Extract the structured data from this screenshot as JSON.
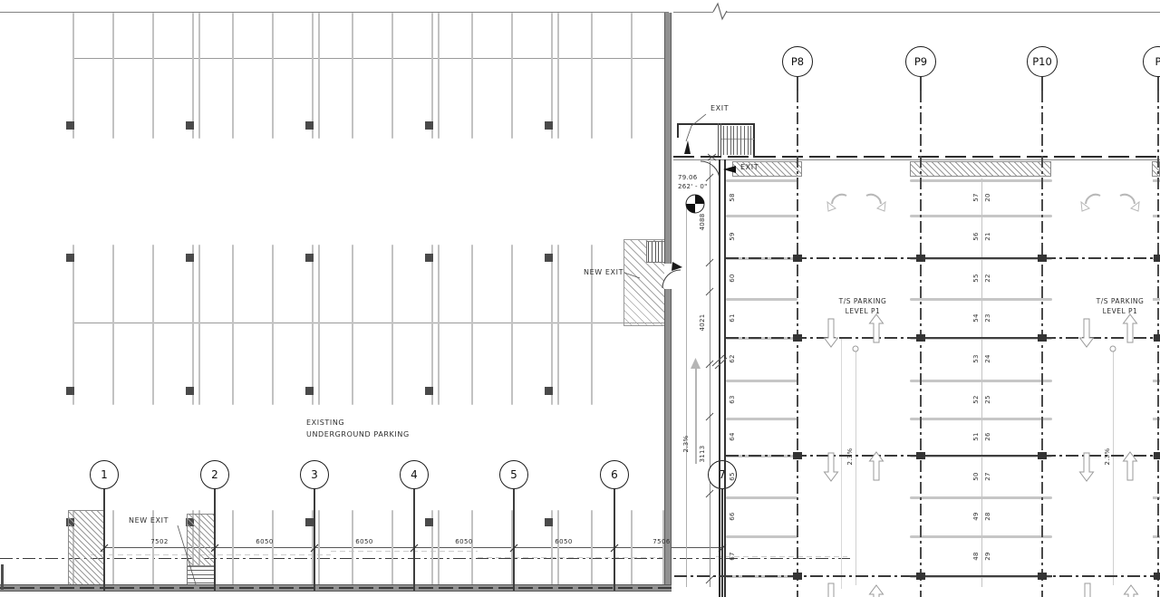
{
  "plan": {
    "existing_area": {
      "label_line1": "EXISTING",
      "label_line2": "UNDERGROUND PARKING"
    },
    "exits": {
      "stair_top_label": "EXIT",
      "door_top_label": "EXIT",
      "mid_label": "NEW EXIT",
      "bottom_label": "NEW EXIT"
    },
    "spot_elevation": {
      "metric": "79.06",
      "imperial": "262' - 0\""
    },
    "grid_top": [
      "P8",
      "P9",
      "P10",
      "P"
    ],
    "grid_bottom": [
      "1",
      "2",
      "3",
      "4",
      "5",
      "6",
      "7"
    ],
    "dims_bottom": [
      "7502",
      "6050",
      "6050",
      "6050",
      "6050",
      "7506"
    ],
    "dims_vertical": [
      "4088",
      "4021",
      "3113"
    ],
    "slope_labels": [
      "2.3%",
      "2.3%",
      "2.3%"
    ],
    "parking_blocks": [
      {
        "line1": "T/S PARKING",
        "line2": "LEVEL P1"
      },
      {
        "line1": "T/S PARKING",
        "line2": "LEVEL P1"
      }
    ],
    "stalls_wall": [
      "58",
      "59",
      "60",
      "61",
      "62",
      "63",
      "64",
      "65",
      "66",
      "67"
    ],
    "stalls_center_left": [
      "57",
      "56",
      "55",
      "54",
      "53",
      "52",
      "51",
      "50",
      "49",
      "48"
    ],
    "stalls_center_right": [
      "20",
      "21",
      "22",
      "23",
      "24",
      "25",
      "26",
      "27",
      "28",
      "29"
    ]
  }
}
